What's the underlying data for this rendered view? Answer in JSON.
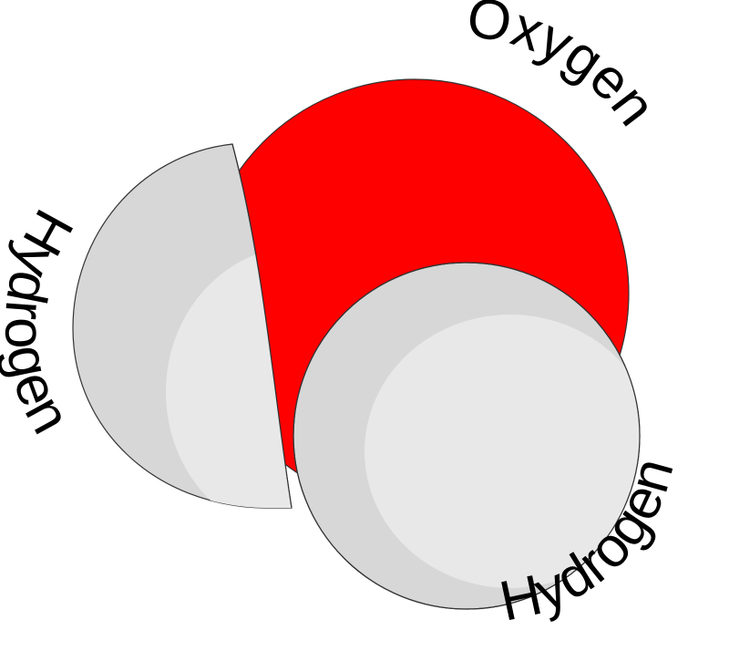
{
  "labels": {
    "top": "Oxygen",
    "left": "Hydrogen",
    "bottom_right": "Hydrogen"
  },
  "colors": {
    "oxygen": "#ff0000",
    "hydrogen_shadow": "#d7d7d7",
    "hydrogen_highlight": "#e8e8e8",
    "outline": "#333333",
    "text": "#000000"
  }
}
